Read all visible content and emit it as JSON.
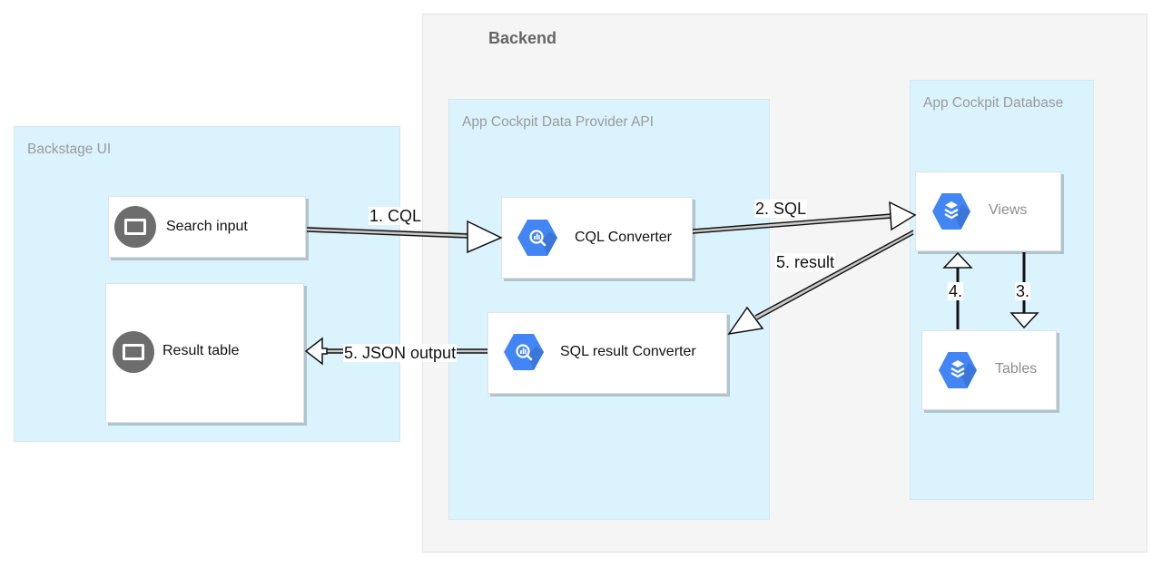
{
  "diagram": {
    "groups": {
      "backend": {
        "title": "Backend"
      },
      "backstage_ui": {
        "title": "Backstage UI"
      },
      "data_provider_api": {
        "title": "App Cockpit Data Provider API"
      },
      "database": {
        "title": "App Cockpit Database"
      }
    },
    "nodes": {
      "search_input": {
        "label": "Search input",
        "icon": "browser-window-icon"
      },
      "result_table": {
        "label": "Result table",
        "icon": "browser-window-icon"
      },
      "cql_converter": {
        "label": "CQL Converter",
        "icon": "bigquery-icon"
      },
      "sql_result_converter": {
        "label": "SQL result Converter",
        "icon": "bigquery-icon"
      },
      "views": {
        "label": "Views",
        "icon": "database-layers-icon"
      },
      "tables": {
        "label": "Tables",
        "icon": "database-layers-icon"
      }
    },
    "edges": [
      {
        "id": "e1",
        "from": "Search input",
        "to": "CQL Converter",
        "label": "1. CQL"
      },
      {
        "id": "e2",
        "from": "CQL Converter",
        "to": "Views",
        "label": "2. SQL"
      },
      {
        "id": "e3",
        "from": "Views",
        "to": "Tables",
        "label": "3."
      },
      {
        "id": "e4",
        "from": "Tables",
        "to": "Views",
        "label": "4."
      },
      {
        "id": "e5",
        "from": "Views",
        "to": "SQL result Converter",
        "label": "5. result"
      },
      {
        "id": "e6",
        "from": "SQL result Converter",
        "to": "Result table",
        "label": "5. JSON output"
      }
    ],
    "colors": {
      "zone_fill": "#dbf3fd",
      "backend_fill": "#f5f5f5",
      "gcp_blue": "#4285f4",
      "ui_icon_grey": "#6d6d6d"
    }
  }
}
